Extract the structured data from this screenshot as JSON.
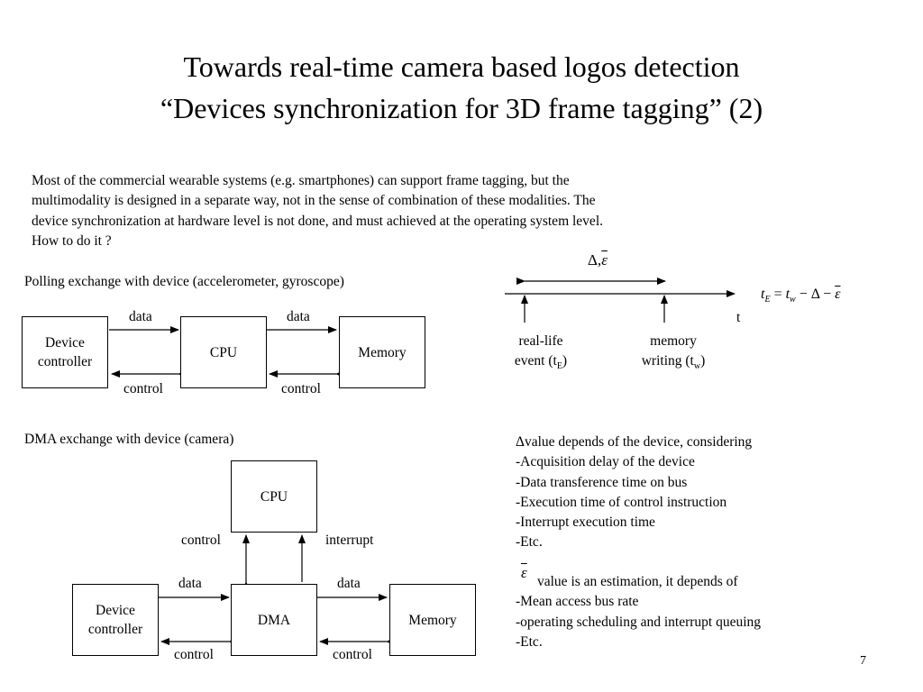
{
  "slide": {
    "title_line1": "Towards real-time camera based logos detection",
    "title_line2": "“Devices synchronization for 3D frame tagging” (2)",
    "intro_line1": "Most of the commercial wearable systems (e.g. smartphones) can support frame tagging, but the",
    "intro_line2": "multimodality is designed in a separate way, not in the sense of combination of these modalities.  The",
    "intro_line3": "device synchronization at hardware level is not done, and must achieved at the operating system level.",
    "intro_line4": "How to do it ?",
    "page_number": "7"
  },
  "polling": {
    "heading": "Polling exchange  with device (accelerometer, gyroscope)",
    "device_box_line1": "Device",
    "device_box_line2": "controller",
    "cpu_box": "CPU",
    "memory_box": "Memory",
    "data_left": "data",
    "data_right": "data",
    "control_left": "control",
    "control_right": "control"
  },
  "dma": {
    "heading": "DMA exchange with device (camera)",
    "cpu_box": "CPU",
    "dma_box": "DMA",
    "device_box_line1": "Device",
    "device_box_line2": "controller",
    "memory_box": "Memory",
    "control_up": "control",
    "interrupt": "interrupt",
    "data_left": "data",
    "data_right": "data",
    "control_left": "control",
    "control_right": "control"
  },
  "timeline": {
    "delta_eps": "Δ,",
    "eps": "ε",
    "formula_tE": "t",
    "formula_E": "E",
    "formula_eq": "=",
    "formula_tw": "t",
    "formula_w": "w",
    "formula_rest": "− Δ −",
    "formula_eps": "ε",
    "axis_t": "t",
    "event_line1": "real-life",
    "event_line2": "event (t",
    "event_sub": "E",
    "event_close": ")",
    "mem_line1": "memory",
    "mem_line2": "writing (t",
    "mem_sub": "w",
    "mem_close": ")"
  },
  "notes": {
    "delta_head": "Δvalue depends of the device, considering",
    "delta_items": [
      "-Acquisition delay of the device",
      "-Data transference time on bus",
      "-Execution time of control instruction",
      "-Interrupt execution time",
      "-Etc."
    ],
    "eps_symbol": "ε",
    "eps_head": "value is an estimation, it depends of",
    "eps_items": [
      "-Mean access bus rate",
      "-operating scheduling and interrupt queuing",
      "-Etc."
    ]
  }
}
